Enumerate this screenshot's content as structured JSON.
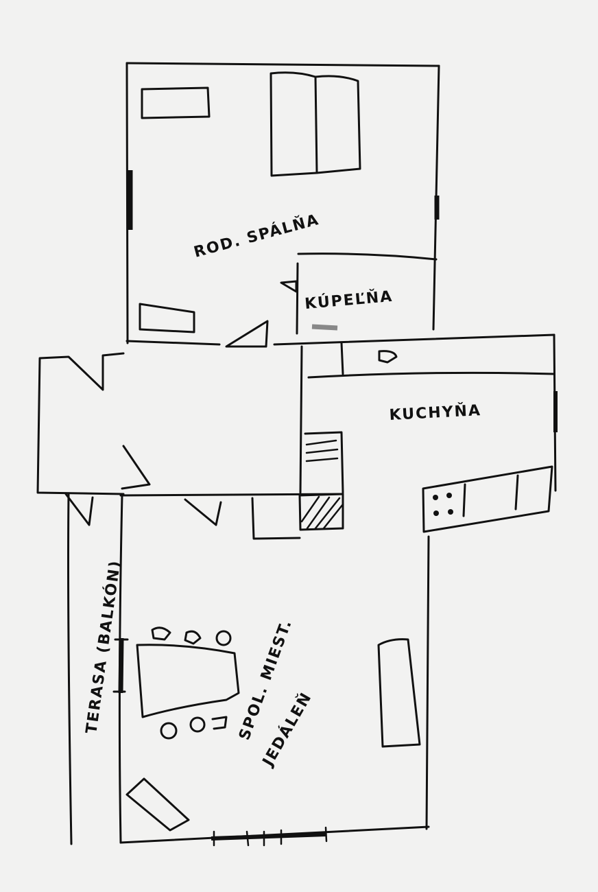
{
  "rooms": {
    "bedroom": "ROD. SPÁLŇA",
    "bathroom": "KÚPEĽŇA",
    "kitchen": "KUCHYŇA",
    "terrace": "TERASA (BALKÓN)",
    "living_1": "SPOL. MIEST.",
    "living_2": "JEDÁLEŇ"
  },
  "colors": {
    "ink": "#111111",
    "paper": "#f2f2f1"
  }
}
